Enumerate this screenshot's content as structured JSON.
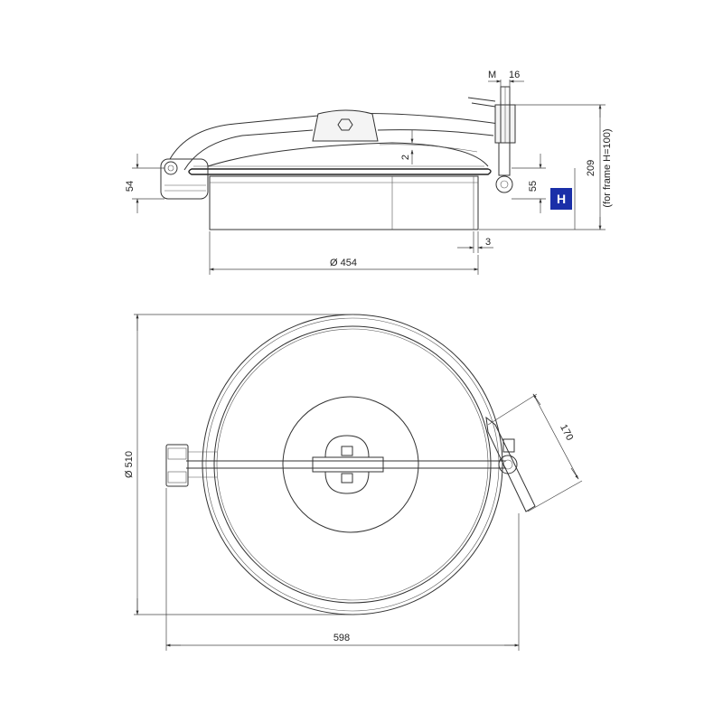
{
  "dimensions": {
    "m_label": "M",
    "m_value": "16",
    "gap_top": "2",
    "flange_height": "54",
    "clamp_height": "55",
    "total_height": "209",
    "frame_note": "(for frame H=100)",
    "badge": "H",
    "inner_diameter": "Ø  454",
    "wall": "3",
    "outer_diameter": "Ø  510",
    "overall_width": "598",
    "handle_length": "170"
  },
  "colors": {
    "badge_bg": "#1a2fa8",
    "badge_fg": "#ffffff",
    "line": "#333333"
  }
}
